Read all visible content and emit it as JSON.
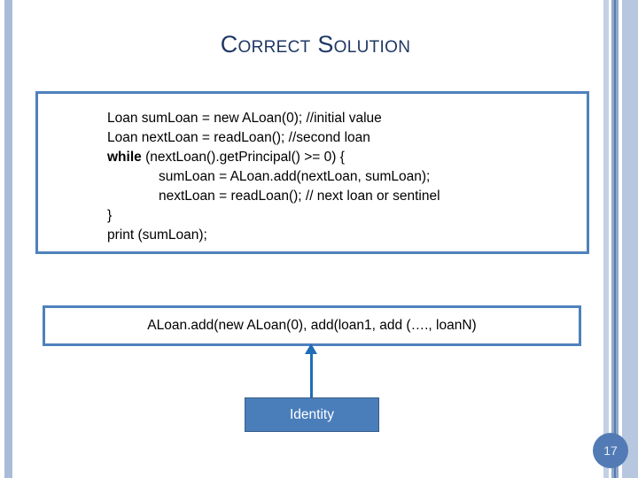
{
  "slide": {
    "title": "Correct Solution",
    "page_number": "17",
    "colors": {
      "title_text": "#1f3864",
      "box_border": "#4f81bd",
      "arrow": "#1f6cb8",
      "identity_fill": "#4a7ebb",
      "identity_text": "#ffffff",
      "badge_fill": "#527bb5",
      "stripe_light": "#b7c7e0",
      "stripe_dark": "#5b7ba8"
    }
  },
  "code_box": {
    "lines": [
      {
        "indent": false,
        "keyword": "",
        "text": "Loan sumLoan = new ALoan(0); //initial value"
      },
      {
        "indent": false,
        "keyword": "",
        "text": "Loan nextLoan = readLoan(); //second loan"
      },
      {
        "indent": false,
        "keyword": "while",
        "text": " (nextLoan().getPrincipal() >= 0) {"
      },
      {
        "indent": true,
        "keyword": "",
        "text": "sumLoan = ALoan.add(nextLoan, sumLoan);"
      },
      {
        "indent": true,
        "keyword": "",
        "text": "nextLoan = readLoan(); // next loan or sentinel"
      },
      {
        "indent": false,
        "keyword": "",
        "text": "}"
      },
      {
        "indent": false,
        "keyword": "",
        "text": "print (sumLoan);"
      }
    ]
  },
  "expression_box": {
    "text": "ALoan.add(new ALoan(0), add(loan1, add (…., loanN)"
  },
  "identity_box": {
    "label": "Identity"
  }
}
